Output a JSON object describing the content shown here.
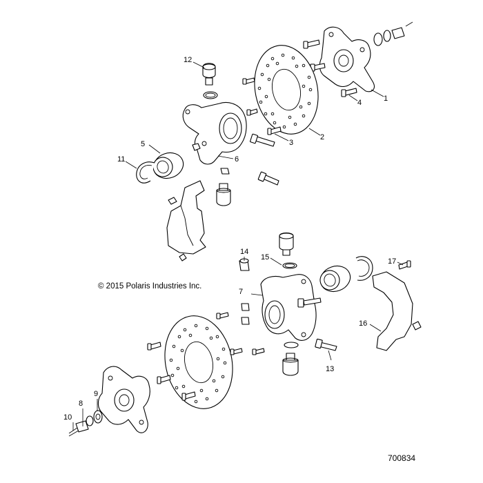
{
  "diagram": {
    "copyright": "© 2015 Polaris Industries Inc.",
    "document_number": "700834",
    "callouts": [
      "1",
      "2",
      "3",
      "4",
      "5",
      "6",
      "7",
      "8",
      "9",
      "10",
      "11",
      "12",
      "13",
      "14",
      "15",
      "16",
      "17"
    ]
  }
}
